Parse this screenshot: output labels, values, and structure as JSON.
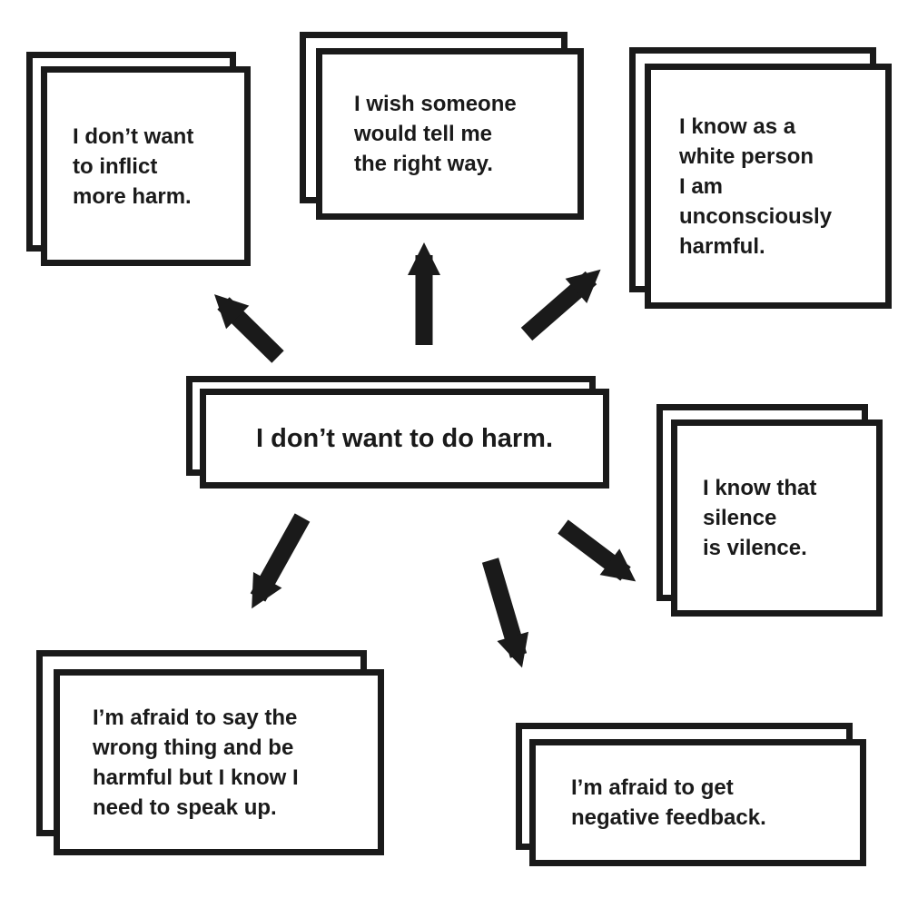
{
  "page": {
    "background": "#ffffff",
    "ink": "#1a1a1a"
  },
  "diagram": {
    "type": "mind-map",
    "center": {
      "id": "center",
      "text": "I don’t want to do harm."
    },
    "nodes": [
      {
        "id": "top-left",
        "text": "I don’t want\nto inflict\nmore harm."
      },
      {
        "id": "top-center",
        "text": "I wish someone\nwould tell me\nthe right way."
      },
      {
        "id": "top-right",
        "text": "I know as a\nwhite person\nI am\nunconsciously\nharmful."
      },
      {
        "id": "right",
        "text": "I know that\nsilence\nis vilence."
      },
      {
        "id": "bottom-left",
        "text": "I’m afraid to say the\nwrong thing and be\nharmful but I know I\nneed to speak up."
      },
      {
        "id": "bottom-center",
        "text": "I’m afraid to get\nnegative feedback."
      }
    ],
    "connections": [
      {
        "from": "center",
        "to": "top-left",
        "direction": "up-left"
      },
      {
        "from": "center",
        "to": "top-center",
        "direction": "up"
      },
      {
        "from": "center",
        "to": "top-right",
        "direction": "up-right"
      },
      {
        "from": "center",
        "to": "bottom-left",
        "direction": "down-left"
      },
      {
        "from": "center",
        "to": "bottom-center",
        "direction": "down"
      },
      {
        "from": "center",
        "to": "right",
        "direction": "down-right"
      }
    ]
  }
}
